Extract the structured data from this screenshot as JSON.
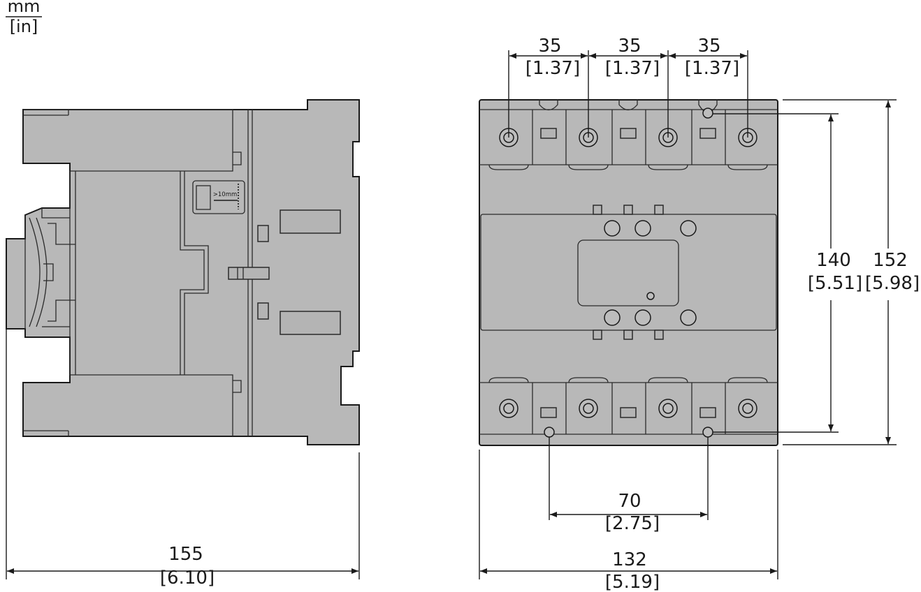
{
  "units": {
    "top": "mm",
    "bottom": "[in]"
  },
  "side_view": {
    "width": {
      "mm": "155",
      "in": "[6.10]"
    },
    "label": ">10mm"
  },
  "front_view": {
    "pitch": [
      {
        "mm": "35",
        "in": "[1.37]"
      },
      {
        "mm": "35",
        "in": "[1.37]"
      },
      {
        "mm": "35",
        "in": "[1.37]"
      }
    ],
    "mount_height": {
      "mm": "140",
      "in": "[5.51]"
    },
    "total_height": {
      "mm": "152",
      "in": "[5.98]"
    },
    "mount_width": {
      "mm": "70",
      "in": "[2.75]"
    },
    "total_width": {
      "mm": "132",
      "in": "[5.19]"
    }
  }
}
